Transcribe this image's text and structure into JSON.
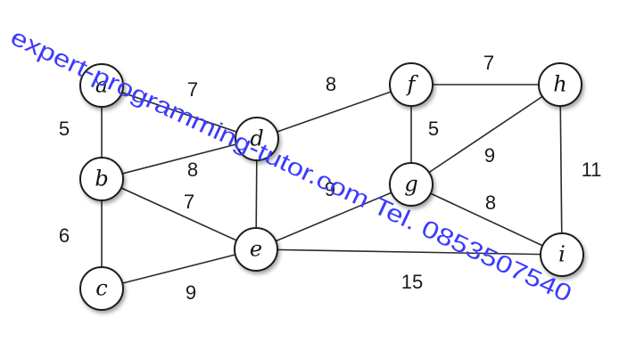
{
  "graph": {
    "nodes": [
      {
        "id": "a",
        "label": "a"
      },
      {
        "id": "b",
        "label": "b"
      },
      {
        "id": "c",
        "label": "c"
      },
      {
        "id": "d",
        "label": "d"
      },
      {
        "id": "e",
        "label": "e"
      },
      {
        "id": "f",
        "label": "f"
      },
      {
        "id": "g",
        "label": "g"
      },
      {
        "id": "h",
        "label": "h"
      },
      {
        "id": "i",
        "label": "i"
      }
    ],
    "edges": [
      {
        "from": "a",
        "to": "b",
        "weight": "5"
      },
      {
        "from": "a",
        "to": "d",
        "weight": "7"
      },
      {
        "from": "b",
        "to": "d",
        "weight": "8"
      },
      {
        "from": "b",
        "to": "c",
        "weight": "6"
      },
      {
        "from": "b",
        "to": "e",
        "weight": "7"
      },
      {
        "from": "c",
        "to": "e",
        "weight": "9"
      },
      {
        "from": "d",
        "to": "e",
        "weight": ""
      },
      {
        "from": "d",
        "to": "f",
        "weight": "8"
      },
      {
        "from": "e",
        "to": "g",
        "weight": "9"
      },
      {
        "from": "e",
        "to": "i",
        "weight": "15"
      },
      {
        "from": "f",
        "to": "g",
        "weight": "5"
      },
      {
        "from": "f",
        "to": "h",
        "weight": "7"
      },
      {
        "from": "g",
        "to": "h",
        "weight": "9"
      },
      {
        "from": "g",
        "to": "i",
        "weight": "8"
      },
      {
        "from": "h",
        "to": "i",
        "weight": "11"
      }
    ]
  },
  "watermark": {
    "text": "expert-programming-tutor.com Tel. 0853507540",
    "color": "#3b3bff"
  }
}
